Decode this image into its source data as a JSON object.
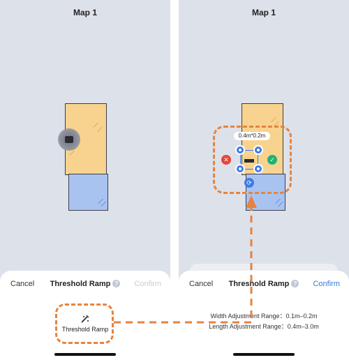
{
  "left_screen": {
    "map_title": "Map 1",
    "sheet": {
      "cancel_label": "Cancel",
      "title": "Threshold Ramp",
      "help_glyph": "?",
      "confirm_label": "Confirm",
      "confirm_state": "disabled"
    },
    "tool": {
      "label": "Threshold Ramp",
      "icon": "ramp-wand-icon"
    },
    "robot": {
      "icon": "robot-icon"
    }
  },
  "right_screen": {
    "map_title": "Map 1",
    "ramp_size_label": "0.4m*0.2m",
    "sheet": {
      "cancel_label": "Cancel",
      "title": "Threshold Ramp",
      "help_glyph": "?",
      "confirm_label": "Confirm",
      "confirm_state": "active"
    },
    "width_range": "Width Adjustment Range：0.1m–0.2m",
    "length_range": "Length Adjustment Range：0.4m–3.0m",
    "controls": {
      "delete_glyph": "✕",
      "ok_glyph": "✓",
      "rotate_glyph": "⟳"
    }
  },
  "colors": {
    "room_yellow": "#f8d390",
    "room_blue": "#a9c3f1",
    "accent_blue": "#3a78d8",
    "annotation_orange": "#e6833f",
    "delete_red": "#e8443a",
    "ok_green": "#1fb371"
  }
}
